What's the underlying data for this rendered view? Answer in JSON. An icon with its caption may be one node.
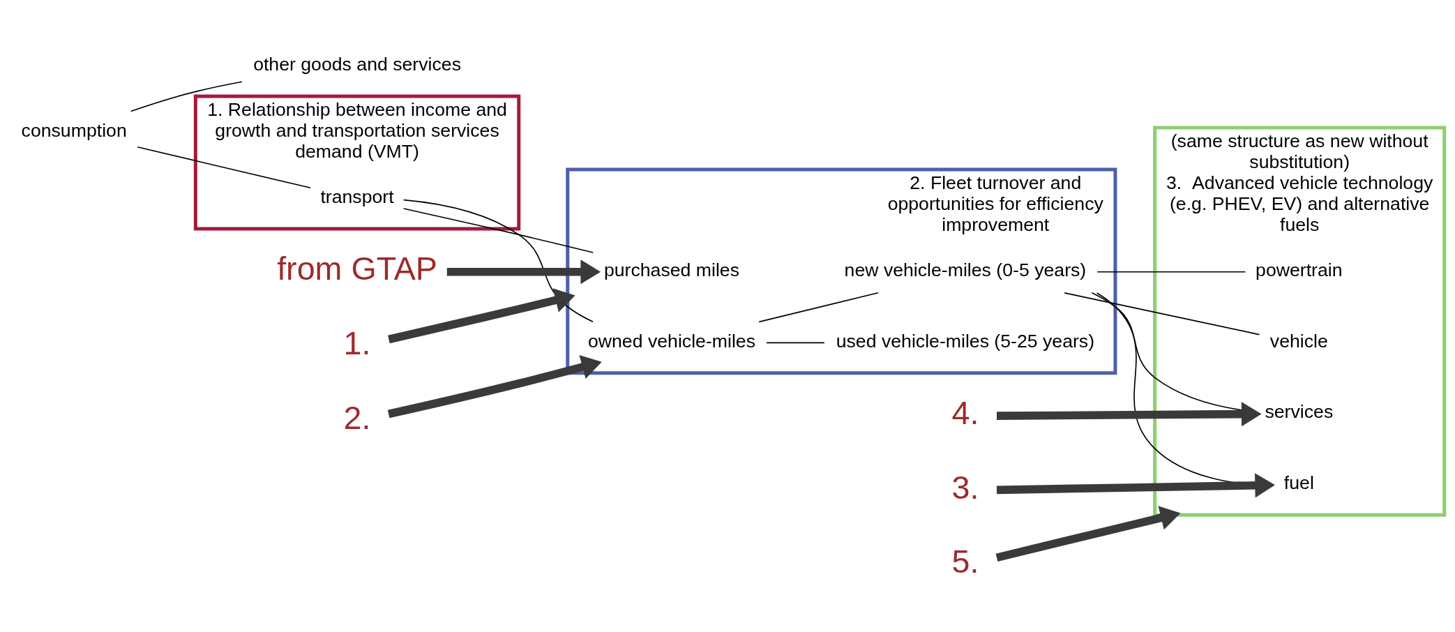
{
  "diagram": {
    "nodes": [
      {
        "text": [
          "consumption"
        ]
      },
      {
        "text": [
          "other goods and services"
        ]
      },
      {
        "text": [
          "1. Relationship between income and growth and transportation services demand (VMT)"
        ]
      },
      {
        "text": [
          "transport"
        ],
        "in": 2
      },
      {
        "text": [
          "2. Fleet turnover and opportunities for efficiency improvement"
        ]
      },
      {
        "text": [
          "purchased miles"
        ],
        "in": 4
      },
      {
        "text": [
          "owned vehicle-miles"
        ],
        "in": 4
      },
      {
        "text": [
          "new vehicle-miles (0-5 years)"
        ],
        "in": 4
      },
      {
        "text": [
          "used vehicle-miles (5-25 years)"
        ],
        "in": 4
      },
      {
        "text": [
          "(same structure as new without substitution)",
          "3.  Advanced vehicle technology (e.g. PHEV, EV) and alternative fuels"
        ]
      },
      {
        "text": [
          "fuel"
        ],
        "in": 9
      },
      {
        "text": [
          "powertrain"
        ],
        "in": 9
      },
      {
        "text": [
          "services"
        ],
        "in": 9
      },
      {
        "text": [
          "vehicle"
        ],
        "in": 9
      },
      {
        "text": [
          "from GTAP"
        ]
      },
      {
        "text": [
          "1."
        ]
      },
      {
        "text": [
          "2."
        ]
      },
      {
        "text": [
          "3."
        ]
      },
      {
        "text": [
          "4."
        ]
      },
      {
        "text": [
          "5."
        ]
      }
    ],
    "edges": [
      {
        "from": 0,
        "to": 1,
        "arrow": "none"
      },
      {
        "from": 0,
        "to": 3,
        "arrow": "none"
      },
      {
        "from": 3,
        "to": 5,
        "arrow": "none"
      },
      {
        "from": 3,
        "to": 6,
        "arrow": "none"
      },
      {
        "from": 6,
        "to": 7,
        "arrow": "none"
      },
      {
        "from": 6,
        "to": 8,
        "arrow": "none"
      },
      {
        "from": 7,
        "to": 10,
        "arrow": "none"
      },
      {
        "from": 7,
        "to": 11,
        "arrow": "none"
      },
      {
        "from": 7,
        "to": 12,
        "arrow": "none"
      },
      {
        "from": 7,
        "to": 13,
        "arrow": "none"
      },
      {
        "from": 14,
        "to": 5,
        "arrow": "to",
        "style": "thick",
        "color": "#3a3a3a"
      },
      {
        "from": 15,
        "to": 4,
        "arrow": "to",
        "style": "thick",
        "color": "#3a3a3a"
      },
      {
        "from": 16,
        "to": 6,
        "arrow": "to",
        "style": "thick",
        "color": "#3a3a3a"
      },
      {
        "from": 17,
        "to": 10,
        "arrow": "to",
        "style": "thick",
        "color": "#3a3a3a"
      },
      {
        "from": 18,
        "to": 12,
        "arrow": "to",
        "style": "thick",
        "color": "#3a3a3a"
      },
      {
        "from": 19,
        "to": 9,
        "arrow": "to",
        "style": "thick",
        "color": "#3a3a3a"
      }
    ]
  }
}
